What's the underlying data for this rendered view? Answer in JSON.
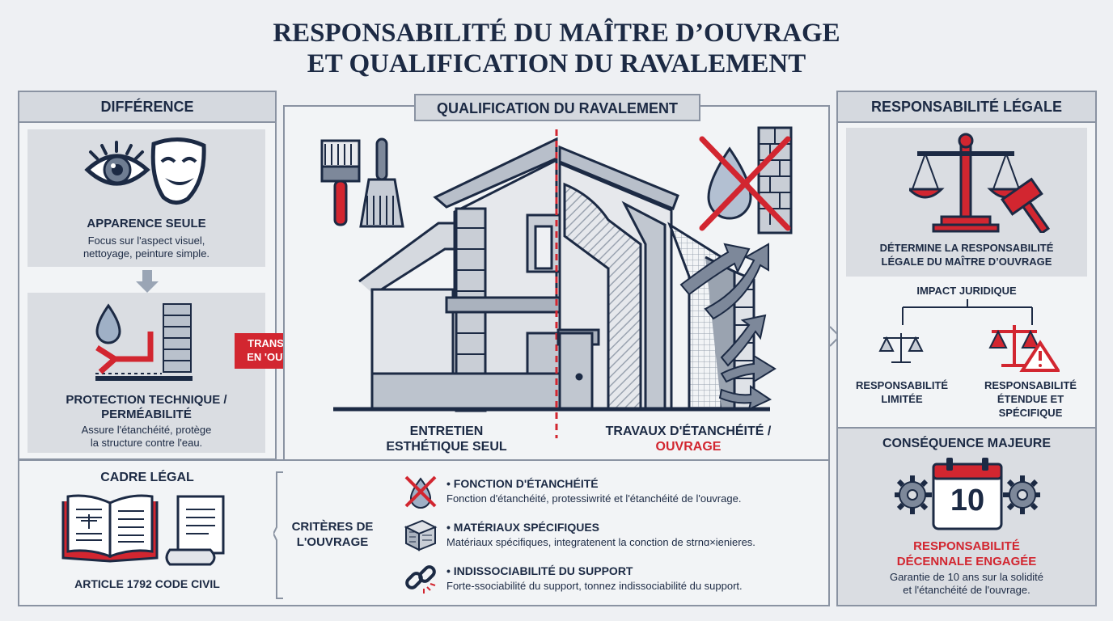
{
  "title": {
    "line1": "RESPONSABILITÉ DU MAÎTRE D’OUVRAGE",
    "line2": "ET QUALIFICATION DU RAVALEMENT"
  },
  "difference": {
    "header": "DIFFÉRENCE",
    "appearance_title": "APPARENCE SEULE",
    "appearance_desc_1": "Focus sur l'aspect visuel,",
    "appearance_desc_2": "nettoyage, peinture simple.",
    "protection_title_1": "PROTECTION TECHNIQUE /",
    "protection_title_2": "PERMÉABILITÉ",
    "protection_desc_1": "Assure l'étanchéité, protège",
    "protection_desc_2": "la structure contre l'eau."
  },
  "transform_arrow": {
    "line1": "TRANSFORME",
    "line2": "EN 'OUVRAGE'"
  },
  "qualification": {
    "header": "QUALIFICATION DU RAVALEMENT",
    "left_label_1": "ENTRETIEN",
    "left_label_2": "ESTHÉTIQUE SEUL",
    "right_label_1": "TRAVAUX D'ÉTANCHÉITÉ /",
    "right_label_2": "OUVRAGE"
  },
  "legal": {
    "header": "RESPONSABILITÉ LÉGALE",
    "determine_1": "DÉTERMINE LA RESPONSABILITÉ",
    "determine_2": "LÉGALE DU MAÎTRE D’OUVRAGE",
    "impact": "IMPACT JURIDIQUE",
    "limited_1": "RESPONSABILITÉ",
    "limited_2": "LIMITÉE",
    "extended_1": "RESPONSABILITÉ",
    "extended_2": "ÉTENDUE ET",
    "extended_3": "SPÉCIFIQUE"
  },
  "consequence": {
    "header": "CONSÉQUENCE MAJEURE",
    "calendar_number": "10",
    "title_1": "RESPONSABILITÉ",
    "title_2": "DÉCENNALE ENGAGÉE",
    "desc_1": "Garantie de 10 ans sur la solidité",
    "desc_2": "et l'étanchéité de l'ouvrage."
  },
  "cadre": {
    "header": "CADRE LÉGAL",
    "article": "ARTICLE 1792 CODE CIVIL"
  },
  "criteria": {
    "label_1": "CRITÈRES DE",
    "label_2": "L'OUVRAGE",
    "items": [
      {
        "title": "FONCTION D'ÉTANCHÉITÉ",
        "desc": "Fonction d'étanchéité, protessiwrité et l'étanchéité de l'ouvrage."
      },
      {
        "title": "MATÉRIAUX SPÉCIFIQUES",
        "desc": "Matériaux spécifiques, integratenent la conction de strnɑ×ienieres."
      },
      {
        "title": "INDISSOCIABILITÉ DU SUPPORT",
        "desc": "Forte-ssociabilité du support, tonnez indissociabilité du support."
      }
    ]
  },
  "colors": {
    "navy": "#1c2a44",
    "red": "#d22630",
    "grey_panel": "#dadde2",
    "border": "#8a93a2"
  }
}
